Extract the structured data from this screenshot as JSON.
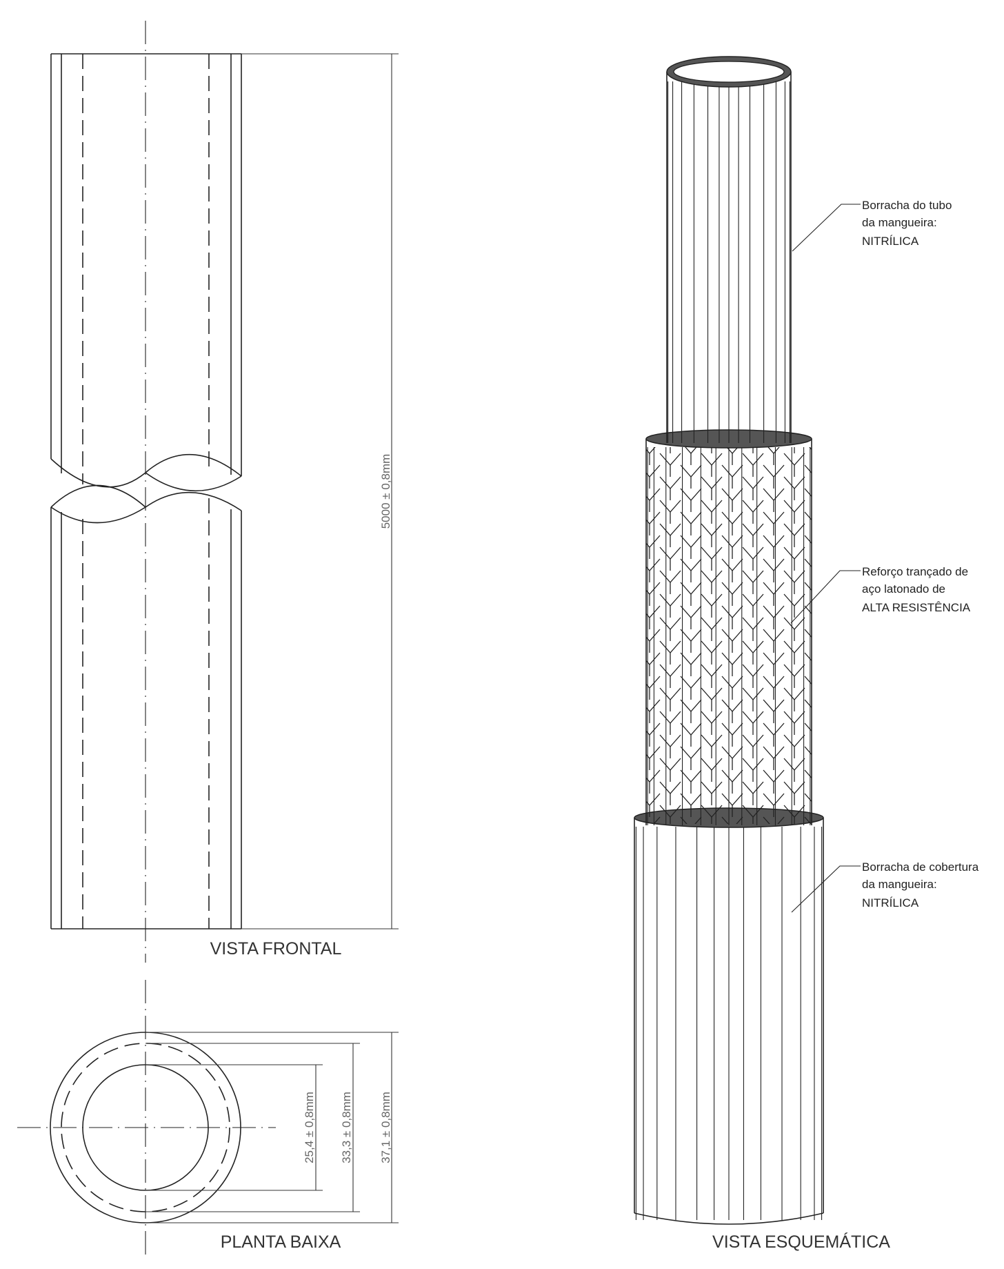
{
  "views": {
    "front": "VISTA FRONTAL",
    "plan": "PLANTA BAIXA",
    "schematic": "VISTA ESQUEMÁTICA"
  },
  "dimensions": {
    "length": "5000 ± 0,8mm",
    "inner_diameter": "25,4 ± 0,8mm",
    "middle_diameter": "33,3 ± 0,8mm",
    "outer_diameter": "37,1 ± 0,8mm"
  },
  "annotations": {
    "tube": [
      "Borracha do tubo",
      "da mangueira:",
      "NITRÍLICA"
    ],
    "reinforcement": [
      "Reforço trançado de",
      "aço latonado de",
      "ALTA RESISTÊNCIA"
    ],
    "cover": [
      "Borracha de cobertura",
      "da mangueira:",
      "NITRÍLICA"
    ]
  }
}
